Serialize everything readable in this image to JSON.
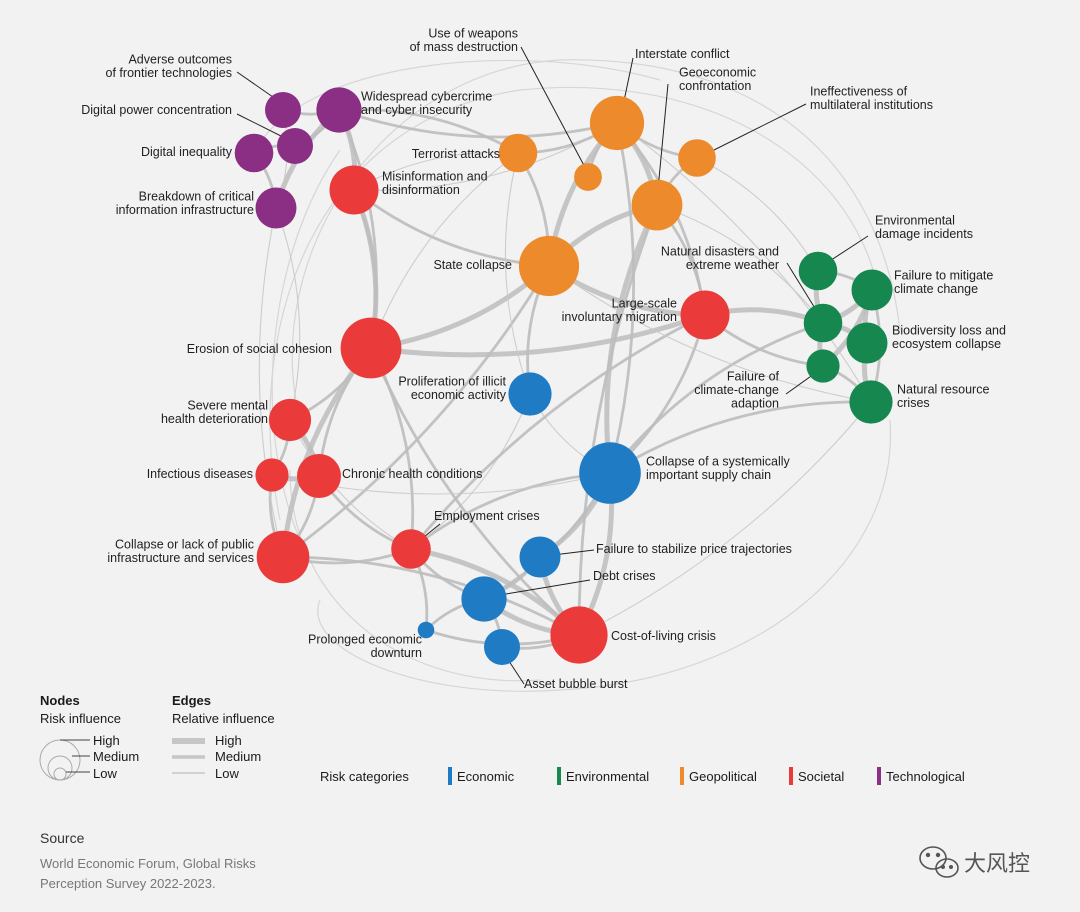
{
  "colors": {
    "Economic": "#1f7bc4",
    "Environmental": "#16874f",
    "Geopolitical": "#ec8a2c",
    "Societal": "#ea3a3a",
    "Technological": "#8a2f83",
    "edge": "#bdbdbd",
    "background": "#f2f2f2"
  },
  "nodes": [
    {
      "id": "adverse",
      "label": [
        "Adverse outcomes",
        "of frontier technologies"
      ],
      "category": "Technological",
      "influence": 0.25
    },
    {
      "id": "digpower",
      "label": [
        "Digital power concentration"
      ],
      "category": "Technological",
      "influence": 0.25
    },
    {
      "id": "diginequal",
      "label": [
        "Digital inequality"
      ],
      "category": "Technological",
      "influence": 0.3
    },
    {
      "id": "cybercrime",
      "label": [
        "Widespread cybercrime",
        "and cyber insecurity"
      ],
      "category": "Technological",
      "influence": 0.45
    },
    {
      "id": "breakdown",
      "label": [
        "Breakdown of critical",
        "information infrastructure"
      ],
      "category": "Technological",
      "influence": 0.35
    },
    {
      "id": "misinfo",
      "label": [
        "Misinformation and",
        "disinformation"
      ],
      "category": "Societal",
      "influence": 0.55
    },
    {
      "id": "wmd",
      "label": [
        "Use of weapons",
        "of mass destruction"
      ],
      "category": "Geopolitical",
      "influence": 0.12
    },
    {
      "id": "terrorist",
      "label": [
        "Terrorist attacks"
      ],
      "category": "Geopolitical",
      "influence": 0.3
    },
    {
      "id": "interstate",
      "label": [
        "Interstate conflict"
      ],
      "category": "Geopolitical",
      "influence": 0.7
    },
    {
      "id": "geoeconomic",
      "label": [
        "Geoeconomic",
        "confrontation"
      ],
      "category": "Geopolitical",
      "influence": 0.6
    },
    {
      "id": "ineffective",
      "label": [
        "Ineffectiveness of",
        "multilateral institutions"
      ],
      "category": "Geopolitical",
      "influence": 0.28
    },
    {
      "id": "statecollapse",
      "label": [
        "State collapse"
      ],
      "category": "Geopolitical",
      "influence": 0.9
    },
    {
      "id": "envdamage",
      "label": [
        "Environmental",
        "damage incidents"
      ],
      "category": "Environmental",
      "influence": 0.3
    },
    {
      "id": "natdisasters",
      "label": [
        "Natural disasters and",
        "extreme weather"
      ],
      "category": "Environmental",
      "influence": 0.3
    },
    {
      "id": "mitigate",
      "label": [
        "Failure to mitigate",
        "climate change"
      ],
      "category": "Environmental",
      "influence": 0.35
    },
    {
      "id": "biodiversity",
      "label": [
        "Biodiversity loss and",
        "ecosystem collapse"
      ],
      "category": "Environmental",
      "influence": 0.35
    },
    {
      "id": "adaption",
      "label": [
        "Failure of",
        "climate-change",
        "adaption"
      ],
      "category": "Environmental",
      "influence": 0.2
    },
    {
      "id": "natresource",
      "label": [
        "Natural resource",
        "crises"
      ],
      "category": "Environmental",
      "influence": 0.4
    },
    {
      "id": "migration",
      "label": [
        "Large-scale",
        "involuntary migration"
      ],
      "category": "Societal",
      "influence": 0.55
    },
    {
      "id": "cohesion",
      "label": [
        "Erosion of social cohesion"
      ],
      "category": "Societal",
      "influence": 0.92
    },
    {
      "id": "illicit",
      "label": [
        "Proliferation of illicit",
        "economic activity"
      ],
      "category": "Economic",
      "influence": 0.4
    },
    {
      "id": "mental",
      "label": [
        "Severe mental",
        "health deterioration"
      ],
      "category": "Societal",
      "influence": 0.38
    },
    {
      "id": "infectious",
      "label": [
        "Infectious diseases"
      ],
      "category": "Societal",
      "influence": 0.2
    },
    {
      "id": "chronic",
      "label": [
        "Chronic health conditions"
      ],
      "category": "Societal",
      "influence": 0.42
    },
    {
      "id": "supplychain",
      "label": [
        "Collapse of a systemically",
        "important supply chain"
      ],
      "category": "Economic",
      "influence": 0.95
    },
    {
      "id": "employment",
      "label": [
        "Employment crises"
      ],
      "category": "Societal",
      "influence": 0.32
    },
    {
      "id": "pricestab",
      "label": [
        "Failure to stabilize price trajectories"
      ],
      "category": "Economic",
      "influence": 0.35
    },
    {
      "id": "infrastructure",
      "label": [
        "Collapse or lack of public",
        "infrastructure and services"
      ],
      "category": "Societal",
      "influence": 0.65
    },
    {
      "id": "debt",
      "label": [
        "Debt crises"
      ],
      "category": "Economic",
      "influence": 0.45
    },
    {
      "id": "costofliving",
      "label": [
        "Cost-of-living crisis"
      ],
      "category": "Societal",
      "influence": 0.8
    },
    {
      "id": "prolonged",
      "label": [
        "Prolonged economic",
        "downturn"
      ],
      "category": "Economic",
      "influence": 0.02
    },
    {
      "id": "assetbubble",
      "label": [
        "Asset bubble burst"
      ],
      "category": "Economic",
      "influence": 0.25
    }
  ],
  "edges": [
    [
      "cybercrime",
      "misinfo",
      "high"
    ],
    [
      "cybercrime",
      "breakdown",
      "high"
    ],
    [
      "cybercrime",
      "adverse",
      "medium"
    ],
    [
      "digpower",
      "diginequal",
      "medium"
    ],
    [
      "diginequal",
      "breakdown",
      "medium"
    ],
    [
      "digpower",
      "cybercrime",
      "medium"
    ],
    [
      "misinfo",
      "cohesion",
      "high"
    ],
    [
      "misinfo",
      "statecollapse",
      "medium"
    ],
    [
      "misinfo",
      "terrorist",
      "low"
    ],
    [
      "cybercrime",
      "interstate",
      "medium"
    ],
    [
      "cybercrime",
      "terrorist",
      "medium"
    ],
    [
      "misinfo",
      "interstate",
      "low"
    ],
    [
      "terrorist",
      "statecollapse",
      "medium"
    ],
    [
      "interstate",
      "statecollapse",
      "high"
    ],
    [
      "interstate",
      "geoeconomic",
      "high"
    ],
    [
      "geoeconomic",
      "statecollapse",
      "high"
    ],
    [
      "wmd",
      "interstate",
      "medium"
    ],
    [
      "interstate",
      "ineffective",
      "medium"
    ],
    [
      "geoeconomic",
      "ineffective",
      "medium"
    ],
    [
      "terrorist",
      "interstate",
      "medium"
    ],
    [
      "statecollapse",
      "cohesion",
      "high"
    ],
    [
      "statecollapse",
      "migration",
      "high"
    ],
    [
      "interstate",
      "migration",
      "medium"
    ],
    [
      "geoeconomic",
      "supplychain",
      "high"
    ],
    [
      "geoeconomic",
      "migration",
      "medium"
    ],
    [
      "statecollapse",
      "illicit",
      "medium"
    ],
    [
      "migration",
      "cohesion",
      "high"
    ],
    [
      "natdisasters",
      "migration",
      "high"
    ],
    [
      "adaption",
      "migration",
      "medium"
    ],
    [
      "envdamage",
      "natdisasters",
      "high"
    ],
    [
      "envdamage",
      "mitigate",
      "medium"
    ],
    [
      "natdisasters",
      "mitigate",
      "high"
    ],
    [
      "natdisasters",
      "biodiversity",
      "high"
    ],
    [
      "mitigate",
      "biodiversity",
      "high"
    ],
    [
      "mitigate",
      "adaption",
      "high"
    ],
    [
      "biodiversity",
      "natresource",
      "high"
    ],
    [
      "adaption",
      "natresource",
      "medium"
    ],
    [
      "natdisasters",
      "adaption",
      "high"
    ],
    [
      "mitigate",
      "natresource",
      "medium"
    ],
    [
      "natresource",
      "supplychain",
      "medium"
    ],
    [
      "natresource",
      "costofliving",
      "low"
    ],
    [
      "natresource",
      "interstate",
      "low"
    ],
    [
      "cohesion",
      "mental",
      "medium"
    ],
    [
      "cohesion",
      "infrastructure",
      "high"
    ],
    [
      "cohesion",
      "employment",
      "medium"
    ],
    [
      "cohesion",
      "chronic",
      "medium"
    ],
    [
      "mental",
      "chronic",
      "high"
    ],
    [
      "infectious",
      "chronic",
      "high"
    ],
    [
      "mental",
      "infectious",
      "medium"
    ],
    [
      "infectious",
      "infrastructure",
      "medium"
    ],
    [
      "chronic",
      "infrastructure",
      "medium"
    ],
    [
      "chronic",
      "employment",
      "medium"
    ],
    [
      "supplychain",
      "costofliving",
      "high"
    ],
    [
      "supplychain",
      "employment",
      "medium"
    ],
    [
      "supplychain",
      "pricestab",
      "high"
    ],
    [
      "pricestab",
      "costofliving",
      "high"
    ],
    [
      "pricestab",
      "debt",
      "medium"
    ],
    [
      "debt",
      "costofliving",
      "high"
    ],
    [
      "debt",
      "assetbubble",
      "medium"
    ],
    [
      "assetbubble",
      "costofliving",
      "medium"
    ],
    [
      "employment",
      "costofliving",
      "high"
    ],
    [
      "employment",
      "debt",
      "medium"
    ],
    [
      "employment",
      "prolonged",
      "medium"
    ],
    [
      "prolonged",
      "costofliving",
      "medium"
    ],
    [
      "prolonged",
      "debt",
      "medium"
    ],
    [
      "infrastructure",
      "employment",
      "medium"
    ],
    [
      "illicit",
      "employment",
      "low"
    ],
    [
      "illicit",
      "supplychain",
      "low"
    ],
    [
      "migration",
      "supplychain",
      "medium"
    ],
    [
      "cohesion",
      "cybercrime",
      "medium"
    ],
    [
      "breakdown",
      "mental",
      "low"
    ],
    [
      "cohesion",
      "misinfo",
      "medium"
    ],
    [
      "infrastructure",
      "breakdown",
      "low"
    ],
    [
      "natdisasters",
      "supplychain",
      "medium"
    ],
    [
      "statecollapse",
      "infrastructure",
      "medium"
    ],
    [
      "geoeconomic",
      "costofliving",
      "medium"
    ],
    [
      "interstate",
      "supplychain",
      "medium"
    ],
    [
      "envdamage",
      "ineffective",
      "low"
    ],
    [
      "infrastructure",
      "costofliving",
      "medium"
    ],
    [
      "mental",
      "employment",
      "low"
    ],
    [
      "illicit",
      "terrorist",
      "low"
    ],
    [
      "migration",
      "employment",
      "medium"
    ],
    [
      "geoeconomic",
      "natdisasters",
      "low"
    ],
    [
      "cohesion",
      "costofliving",
      "medium"
    ],
    [
      "supplychain",
      "debt",
      "medium"
    ],
    [
      "terrorist",
      "cohesion",
      "low"
    ],
    [
      "adverse",
      "breakdown",
      "low"
    ],
    [
      "infectious",
      "supplychain",
      "low"
    ],
    [
      "natresource",
      "statecollapse",
      "low"
    ]
  ],
  "legend": {
    "nodes_title": "Nodes",
    "nodes_sub": "Risk influence",
    "node_levels": [
      "High",
      "Medium",
      "Low"
    ],
    "edges_title": "Edges",
    "edges_sub": "Relative influence",
    "edge_levels": [
      "High",
      "Medium",
      "Low"
    ],
    "categories_title": "Risk categories",
    "categories": [
      "Economic",
      "Environmental",
      "Geopolitical",
      "Societal",
      "Technological"
    ]
  },
  "source": {
    "heading": "Source",
    "lines": [
      "World Economic Forum, Global Risks",
      "Perception Survey 2022-2023."
    ]
  },
  "watermark": "大风控",
  "watermark_icon": "wechat-icon"
}
